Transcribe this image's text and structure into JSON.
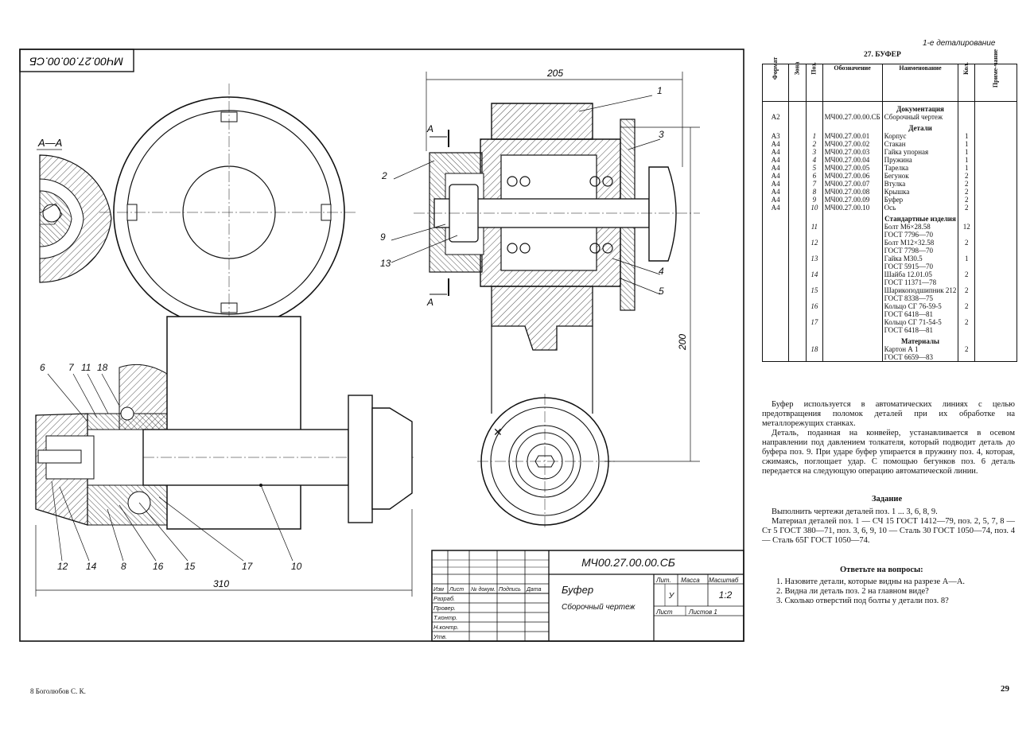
{
  "header": {
    "section": "1-е деталирование",
    "title": "27. БУФЕР",
    "page_number": "29",
    "footer_author": "8 Боголюбов С. К."
  },
  "drawing": {
    "stamp_rotated": "МЧ00.27.00.00.СБ",
    "section_label": "А—А",
    "cut_mark": "А",
    "dimensions": {
      "d205": "205",
      "d200": "200",
      "d310": "310"
    },
    "callouts_right": [
      "1",
      "2",
      "3",
      "9",
      "13",
      "4",
      "5"
    ],
    "callouts_left_top": [
      "6",
      "7",
      "11",
      "18"
    ],
    "callouts_bottom": [
      "12",
      "14",
      "8",
      "16",
      "15",
      "17",
      "10"
    ]
  },
  "title_block": {
    "code": "МЧ00.27.00.00.СБ",
    "name": "Буфер",
    "doc_type": "Сборочный чертеж",
    "col_headers": [
      "Изм",
      "Лист",
      "№ докум.",
      "Подпись",
      "Дата"
    ],
    "roles": [
      "Разраб.",
      "Провер.",
      "Т.контр.",
      "Н.контр.",
      "Утв."
    ],
    "lit_label": "Лит.",
    "mass_label": "Масса",
    "scale_label": "Масштаб",
    "lit_value": "У",
    "scale_value": "1:2",
    "sheet_label": "Лист",
    "sheets_label": "Листов 1"
  },
  "spec": {
    "headers": [
      "Формат",
      "Зона",
      "Поз.",
      "Обозначение",
      "Наименование",
      "Кол.",
      "Приме-чание"
    ],
    "rows": [
      {
        "section": "Документация"
      },
      {
        "format": "А2",
        "pos": "",
        "code": "МЧ00.27.00.00.СБ",
        "name": "Сборочный чертеж",
        "qty": ""
      },
      {
        "section": "Детали"
      },
      {
        "format": "А3",
        "pos": "1",
        "code": "МЧ00.27.00.01",
        "name": "Корпус",
        "qty": "1"
      },
      {
        "format": "А4",
        "pos": "2",
        "code": "МЧ00.27.00.02",
        "name": "Стакан",
        "qty": "1"
      },
      {
        "format": "А4",
        "pos": "3",
        "code": "МЧ00.27.00.03",
        "name": "Гайка упорная",
        "qty": "1"
      },
      {
        "format": "А4",
        "pos": "4",
        "code": "МЧ00.27.00.04",
        "name": "Пружина",
        "qty": "1"
      },
      {
        "format": "А4",
        "pos": "5",
        "code": "МЧ00.27.00.05",
        "name": "Тарелка",
        "qty": "1"
      },
      {
        "format": "А4",
        "pos": "6",
        "code": "МЧ00.27.00.06",
        "name": "Бегунок",
        "qty": "2"
      },
      {
        "format": "А4",
        "pos": "7",
        "code": "МЧ00.27.00.07",
        "name": "Втулка",
        "qty": "2"
      },
      {
        "format": "А4",
        "pos": "8",
        "code": "МЧ00.27.00.08",
        "name": "Крышка",
        "qty": "2"
      },
      {
        "format": "А4",
        "pos": "9",
        "code": "МЧ00.27.00.09",
        "name": "Буфер",
        "qty": "2"
      },
      {
        "format": "А4",
        "pos": "10",
        "code": "МЧ00.27.00.10",
        "name": "Ось",
        "qty": "2"
      },
      {
        "section": "Стандартные изделия"
      },
      {
        "format": "",
        "pos": "11",
        "code": "",
        "name": "Болт М6×28.58",
        "qty": "12"
      },
      {
        "format": "",
        "pos": "",
        "code": "",
        "name": "ГОСТ 7796—70",
        "qty": ""
      },
      {
        "format": "",
        "pos": "12",
        "code": "",
        "name": "Болт М12×32.58",
        "qty": "2"
      },
      {
        "format": "",
        "pos": "",
        "code": "",
        "name": "ГОСТ 7798—70",
        "qty": ""
      },
      {
        "format": "",
        "pos": "13",
        "code": "",
        "name": "Гайка М30.5",
        "qty": "1"
      },
      {
        "format": "",
        "pos": "",
        "code": "",
        "name": "ГОСТ 5915—70",
        "qty": ""
      },
      {
        "format": "",
        "pos": "14",
        "code": "",
        "name": "Шайба 12.01.05",
        "qty": "2"
      },
      {
        "format": "",
        "pos": "",
        "code": "",
        "name": "ГОСТ 11371—78",
        "qty": ""
      },
      {
        "format": "",
        "pos": "15",
        "code": "",
        "name": "Шарикоподшипник 212",
        "qty": "2"
      },
      {
        "format": "",
        "pos": "",
        "code": "",
        "name": "ГОСТ 8338—75",
        "qty": ""
      },
      {
        "format": "",
        "pos": "16",
        "code": "",
        "name": "Кольцо СГ 76-59-5",
        "qty": "2"
      },
      {
        "format": "",
        "pos": "",
        "code": "",
        "name": "ГОСТ 6418—81",
        "qty": ""
      },
      {
        "format": "",
        "pos": "17",
        "code": "",
        "name": "Кольцо СГ 71-54-5",
        "qty": "2"
      },
      {
        "format": "",
        "pos": "",
        "code": "",
        "name": "ГОСТ 6418—81",
        "qty": ""
      },
      {
        "section": "Материалы"
      },
      {
        "format": "",
        "pos": "18",
        "code": "",
        "name": "Картон А 1",
        "qty": "2"
      },
      {
        "format": "",
        "pos": "",
        "code": "",
        "name": "ГОСТ 6659—83",
        "qty": ""
      }
    ]
  },
  "text": {
    "p1": "Буфер используется в автоматических линиях с целью предотвращения поломок деталей при их обработке на металлорежущих станках.",
    "p2": "Деталь, поданная на конвейер, устанавливается в осевом направлении под давлением толкателя, который подводит деталь до буфера поз. 9. При ударе буфер упирается в пружину поз. 4, которая, сжимаясь, поглощает удар. С помощью бегунков поз. 6 деталь передается на следующую операцию автоматической линии.",
    "task_title": "Задание",
    "task1": "Выполнить чертежи деталей поз. 1 ... 3, 6, 8, 9.",
    "task2": "Материал деталей поз. 1 — СЧ 15 ГОСТ 1412—79, поз. 2, 5, 7, 8 — Ст 5 ГОСТ 380—71, поз. 3, 6, 9, 10 — Сталь 30 ГОСТ 1050—74, поз. 4 — Сталь 65Г ГОСТ 1050—74.",
    "questions_title": "Ответьте на вопросы:",
    "q1": "1. Назовите детали, которые видны на разрезе А—А.",
    "q2": "2. Видна ли деталь поз. 2 на главном виде?",
    "q3": "3. Сколько отверстий под болты у детали поз. 8?"
  }
}
